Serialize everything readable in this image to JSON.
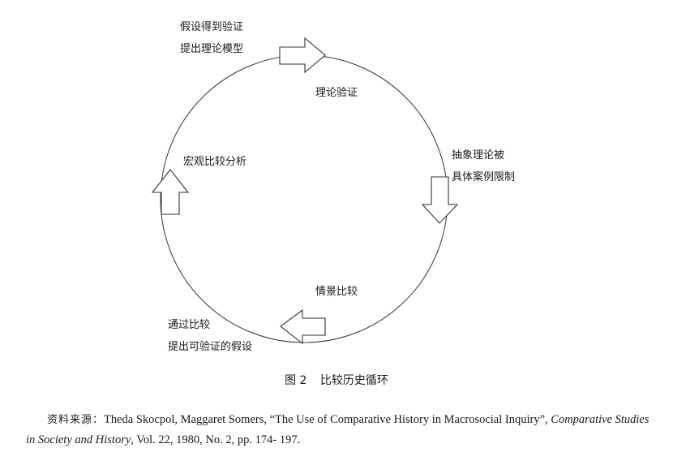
{
  "diagram": {
    "nodes": {
      "top_left": [
        "假设得到验证",
        "提出理论模型"
      ],
      "top_right": "理论验证",
      "right_top": [
        "抽象理论被",
        "具体案例限制"
      ],
      "bottom_right": "情景比较",
      "bottom_left": [
        "通过比较",
        "提出可验证的假设"
      ],
      "left": "宏观比较分析"
    }
  },
  "caption": {
    "figure_number": "图 2",
    "title": "比较历史循环"
  },
  "source": {
    "label": "资料来源：",
    "text_before": "Theda Skocpol, Maggaret Somers, “The Use of Comparative History in Macrosocial Inquiry”, ",
    "journal": "Comparative Studies in Society and History",
    "text_after": ", Vol. 22, 1980, No. 2, pp. 174- 197."
  }
}
